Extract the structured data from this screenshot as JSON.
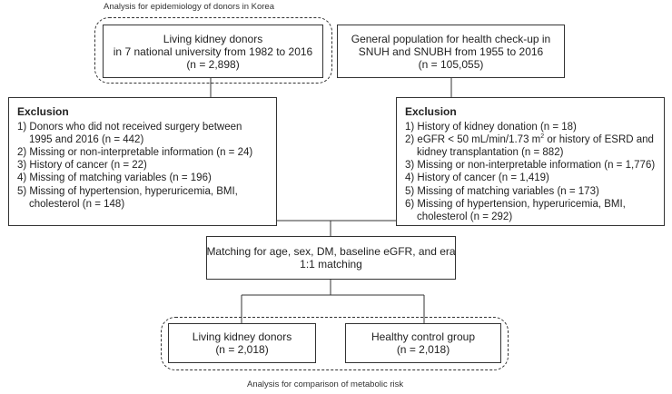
{
  "top_caption": "Analysis for epidemiology of donors in Korea",
  "bottom_caption": "Analysis for comparison of metabolic risk",
  "donors_box": {
    "lines": [
      "Living kidney donors",
      "in 7 national university from 1982 to 2016",
      "(n = 2,898)"
    ]
  },
  "general_box": {
    "lines": [
      "General population for health check-up in",
      "SNUH and SNUBH from 1955 to 2016",
      "(n = 105,055)"
    ]
  },
  "left_exclusion": {
    "heading": "Exclusion",
    "items": [
      "1) Donors who did not received surgery between",
      "1995 and 2016 (n = 442)",
      "2) Missing or non-interpretable information (n = 24)",
      "3) History of cancer (n = 22)",
      "4) Missing of matching variables (n = 196)",
      "5) Missing of hypertension, hyperuricemia, BMI,",
      "cholesterol (n = 148)"
    ]
  },
  "right_exclusion": {
    "heading": "Exclusion",
    "items": [
      "1) History of kidney donation (n = 18)",
      "2) eGFR < 50 mL/min/1.73 m",
      "2",
      " or history of ESRD and",
      "kidney transplantation (n = 882)",
      "3) Missing or non-interpretable information (n = 1,776)",
      "4) History of cancer (n = 1,419)",
      "5) Missing of matching variables (n = 173)",
      "6) Missing of hypertension, hyperuricemia, BMI,",
      "cholesterol (n = 292)"
    ]
  },
  "matching_box": {
    "lines": [
      "Matching for age, sex, DM, baseline eGFR, and era",
      "1:1 matching"
    ]
  },
  "living_result": {
    "lines": [
      "Living kidney donors",
      "(n = 2,018)"
    ]
  },
  "control_result": {
    "lines": [
      "Healthy control group",
      "(n = 2,018)"
    ]
  }
}
